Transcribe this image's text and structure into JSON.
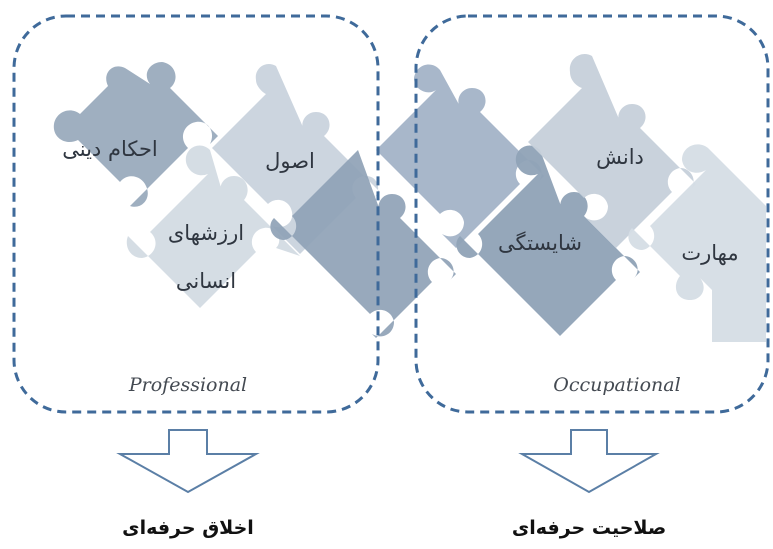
{
  "groups": {
    "left": {
      "label": "Professional",
      "pieces": {
        "ahkam": "احکام دینی",
        "osool": "اصول",
        "arzesh_line1": "ارزشهای",
        "arzesh_line2": "انسانی"
      },
      "result": "اخلاق حرفه‌ای"
    },
    "right": {
      "label": "Occupational",
      "pieces": {
        "danesh": "دانش",
        "shayestegi": "شایستگی",
        "maharat": "مهارت"
      },
      "result": "صلاحیت حرفه‌ای"
    }
  },
  "colors": {
    "frame": "#3f6a9a",
    "arrow": "#5b7fa6",
    "piece_dark": "#8da0b4",
    "piece_mid": "#aab7c6",
    "piece_light": "#c6d0da",
    "piece_pale": "#d5dde5"
  }
}
